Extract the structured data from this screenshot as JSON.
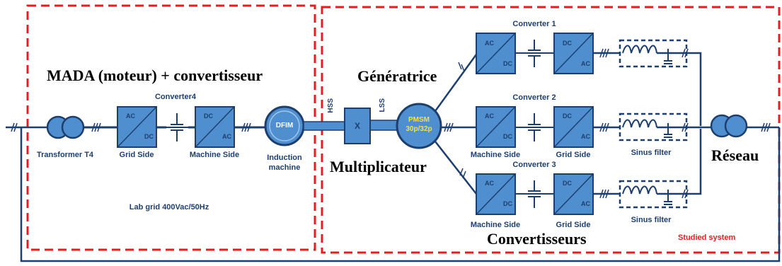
{
  "regions": {
    "left_title": "MADA (moteur) + convertisseur",
    "lab_grid": "Lab grid 400Vac/50Hz",
    "studied_system": "Studied system"
  },
  "labels": {
    "generatrice": "Génératrice",
    "multiplicateur": "Multiplicateur",
    "reseau": "Réseau",
    "convertisseurs": "Convertisseurs"
  },
  "left_chain": {
    "transformer": "Transformer T4",
    "converter_title": "Converter4",
    "grid_side": "Grid Side",
    "machine_side": "Machine Side",
    "dfim": "DFIM",
    "induction_line1": "Induction",
    "induction_line2": "machine"
  },
  "shaft": {
    "hss": "HSS",
    "lss": "LSS",
    "gearbox": "X",
    "pmsm_line1": "PMSM",
    "pmsm_line2": "30p/32p"
  },
  "converters": [
    {
      "title": "Converter 1",
      "left_label": "",
      "right_label": "",
      "filter_label": ""
    },
    {
      "title": "Converter 2",
      "left_label": "Machine Side",
      "right_label": "Grid Side",
      "filter_label": "Sinus filter"
    },
    {
      "title": "Converter 3",
      "left_label": "Machine Side",
      "right_label": "Grid Side",
      "filter_label": "Sinus filter"
    }
  ],
  "block_text": {
    "ac": "AC",
    "dc": "DC"
  },
  "colors": {
    "block_fill": "#4f8fcf",
    "block_stroke": "#1d3f6e",
    "line": "#1d3f6e",
    "dashed_region": "#e02020",
    "pmsm_text": "#f3e23a"
  }
}
